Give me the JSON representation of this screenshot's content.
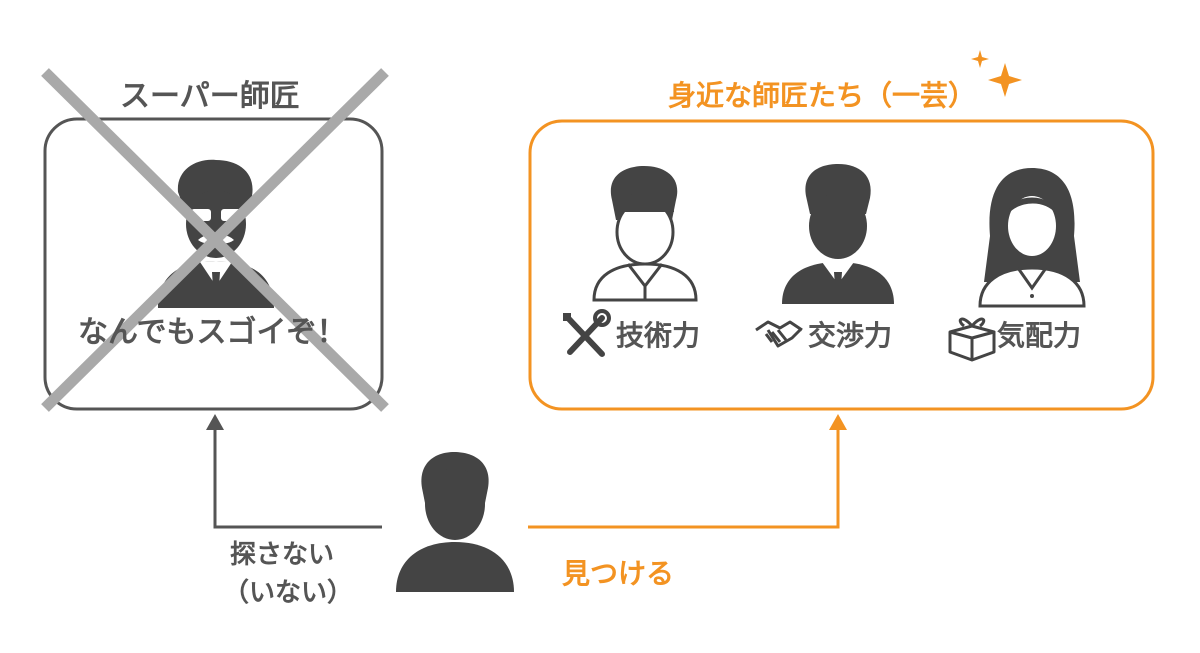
{
  "left_box": {
    "title": "スーパー師匠",
    "description": "なんでもスゴイぞ！"
  },
  "right_box": {
    "title": "身近な師匠たち（一芸）",
    "skills": [
      "技術力",
      "交渉力",
      "気配力"
    ]
  },
  "user": {
    "search_line1": "探さない",
    "search_line2": "（いない）",
    "find_label": "見つける"
  },
  "colors": {
    "gray": "#555555",
    "dark": "#444444",
    "orange": "#f39322",
    "cross": "#a9a9a9"
  },
  "icons": [
    "super-mentor-icon",
    "cross-out-icon",
    "mentor-technician-icon",
    "mentor-negotiator-icon",
    "mentor-woman-icon",
    "wrench-screwdriver-icon",
    "handshake-icon",
    "gift-box-icon",
    "sparkle-icon",
    "user-silhouette-icon"
  ]
}
